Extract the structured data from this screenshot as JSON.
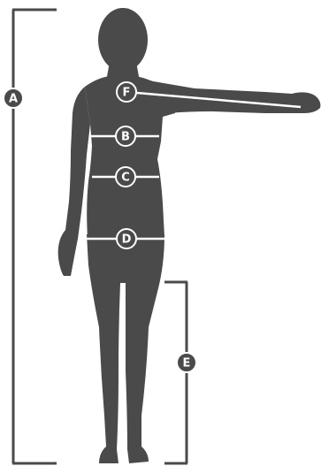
{
  "colors": {
    "figure": "#4a4a4a",
    "bracket": "#4a4a4a",
    "measure_line": "#ffffff",
    "marker_fill": "#4a4a4a",
    "marker_stroke": "#ffffff",
    "marker_text": "#ffffff",
    "background": "#ffffff"
  },
  "markers": {
    "a": "A",
    "b": "B",
    "c": "C",
    "d": "D",
    "e": "E",
    "f": "F"
  }
}
